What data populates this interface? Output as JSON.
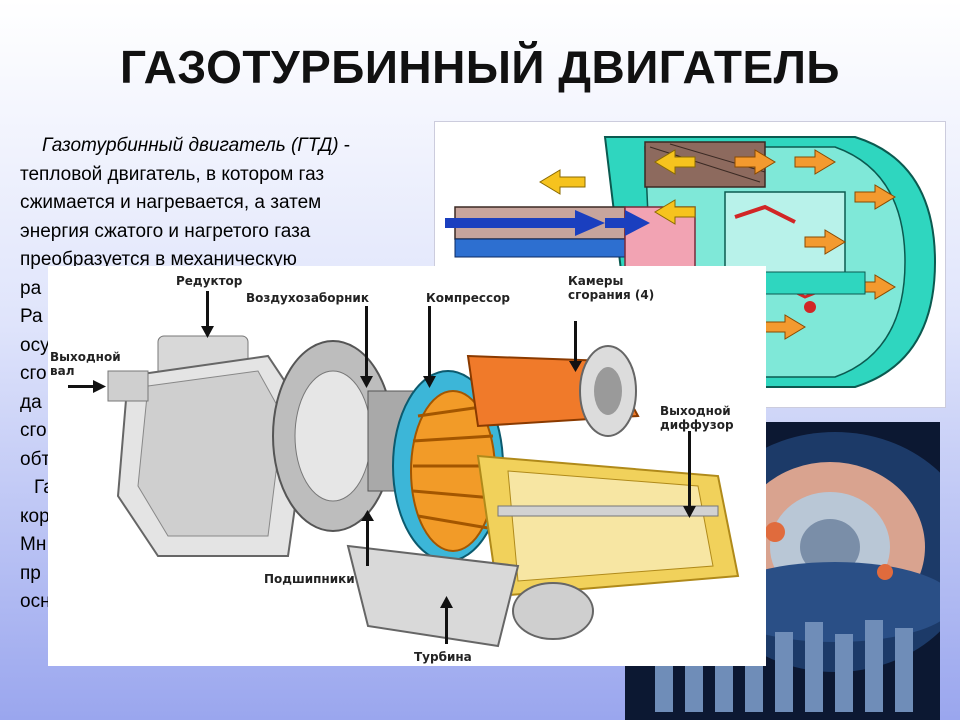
{
  "title": "ГАЗОТУРБИННЫЙ ДВИГАТЕЛЬ",
  "paragraphs": {
    "lead": "Газотурбинный двигатель (ГТД)",
    "line1_rest": " -",
    "line2": "тепловой двигатель, в котором газ",
    "line3": "сжимается и нагревается, а затем",
    "line4": "энергия сжатого и нагретого газа",
    "line5": "преобразуется в механическую",
    "line6": "ра",
    "line7": "Ра",
    "line8": "осу",
    "line9": "сго",
    "line10": "да",
    "line11": "сго",
    "line12": "обт",
    "p2_line1": "Га",
    "p2_line2": "кор",
    "p2_line3": "Мн",
    "p2_line4": "пр",
    "p2_line5": "осн"
  },
  "diagram_labels": {
    "reducer": "Редуктор",
    "air_intake": "Воздухозаборник",
    "compressor": "Компрессор",
    "combustion_chambers": "Камеры\nсгорания (4)",
    "output_shaft": "Выходной\nвал",
    "output_diffuser": "Выходной\nдиффузор",
    "bearings": "Подшипники",
    "turbine": "Турбина"
  },
  "colors": {
    "teal": "#2fd6bf",
    "orange": "#f39a2f",
    "yellow": "#f2c230",
    "blue_arrow": "#1a3fbf",
    "engine_dark": "#0c1832"
  }
}
